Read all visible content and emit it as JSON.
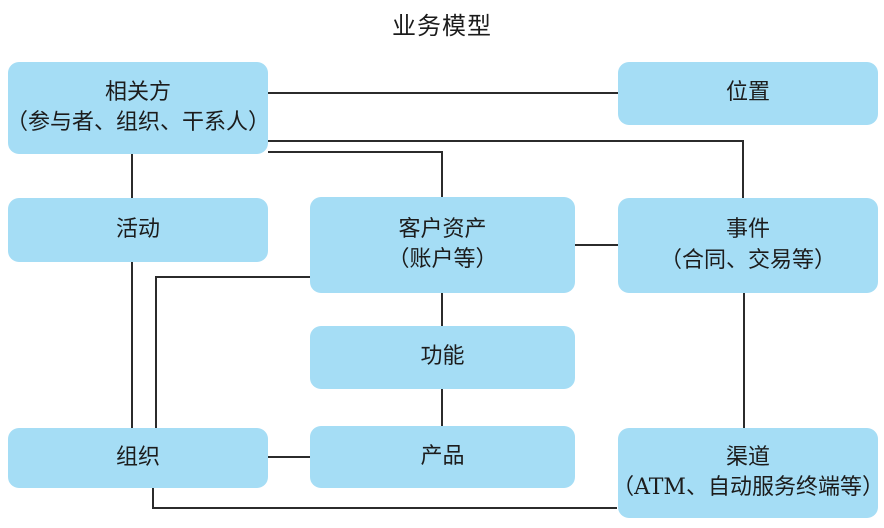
{
  "title": "业务模型",
  "colors": {
    "node_fill": "#a5ddf5",
    "connector": "#2b2b2b",
    "text": "#1c1c1c",
    "background": "#ffffff"
  },
  "nodes": {
    "stakeholders": {
      "line1": "相关方",
      "line2": "（参与者、组织、干系人）"
    },
    "location": {
      "line1": "位置"
    },
    "activity": {
      "line1": "活动"
    },
    "assets": {
      "line1": "客户资产",
      "line2": "（账户等）"
    },
    "event": {
      "line1": "事件",
      "line2": "（合同、交易等）"
    },
    "function": {
      "line1": "功能"
    },
    "organization": {
      "line1": "组织"
    },
    "product": {
      "line1": "产品"
    },
    "channel": {
      "line1": "渠道",
      "line2": "（ATM、自动服务终端等）"
    }
  },
  "edges": [
    {
      "from": "stakeholders",
      "to": "location"
    },
    {
      "from": "stakeholders",
      "to": "event"
    },
    {
      "from": "stakeholders",
      "to": "assets"
    },
    {
      "from": "stakeholders",
      "to": "activity"
    },
    {
      "from": "activity",
      "to": "organization"
    },
    {
      "from": "assets",
      "to": "organization"
    },
    {
      "from": "assets",
      "to": "event"
    },
    {
      "from": "assets",
      "to": "function"
    },
    {
      "from": "function",
      "to": "product"
    },
    {
      "from": "organization",
      "to": "product"
    },
    {
      "from": "organization",
      "to": "channel"
    },
    {
      "from": "event",
      "to": "channel"
    }
  ]
}
